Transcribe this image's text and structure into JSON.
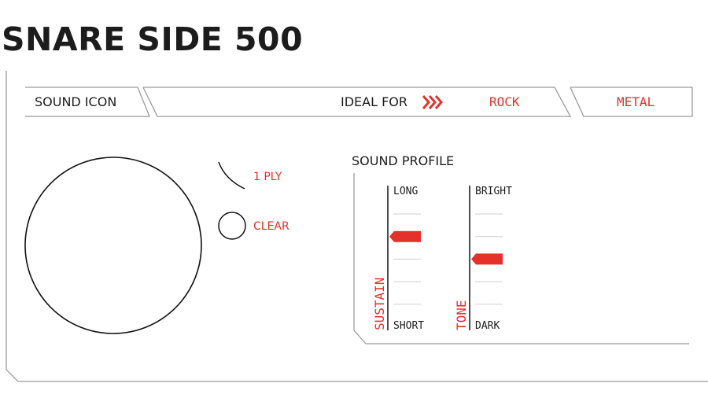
{
  "product": {
    "title": "SNARE SIDE 500"
  },
  "header": {
    "sound_icon_label": "SOUND ICON",
    "ideal_for_label": "IDEAL FOR",
    "genres": [
      "ROCK",
      "METAL"
    ]
  },
  "drum": {
    "ply_label": "1 PLY",
    "finish_label": "CLEAR"
  },
  "sound_profile": {
    "title": "SOUND PROFILE",
    "sustain": {
      "axis_label": "SUSTAIN",
      "top_label": "LONG",
      "bottom_label": "SHORT",
      "steps": 6,
      "level": 4
    },
    "tone": {
      "axis_label": "TONE",
      "top_label": "BRIGHT",
      "bottom_label": "DARK",
      "steps": 6,
      "level": 3
    }
  },
  "colors": {
    "accent": "#e4312b",
    "line": "#9a9a9a",
    "text": "#1c1c1c"
  },
  "icons": {
    "ideal_for": "triple-chevron-right-icon",
    "finish": "circle-outline-icon"
  }
}
